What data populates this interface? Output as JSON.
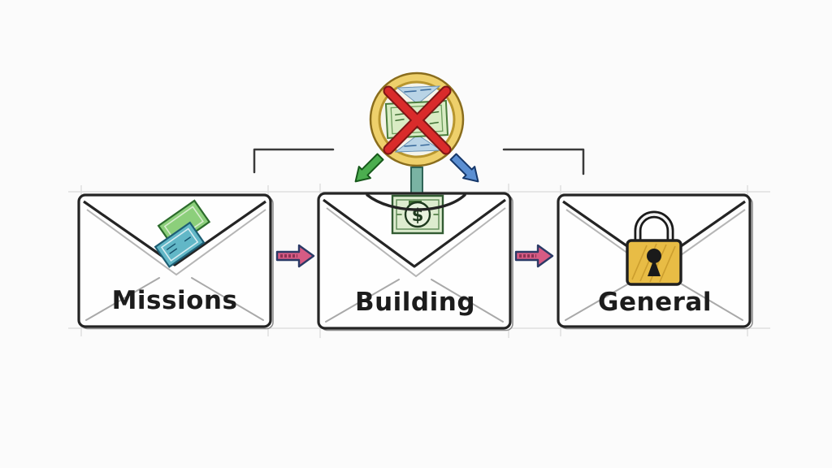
{
  "envelopes": [
    {
      "label": "Missions",
      "icon": "cash-bills-icon"
    },
    {
      "label": "Building",
      "icon": "dollar-bill-icon",
      "bill_symbol": "$"
    },
    {
      "label": "General",
      "icon": "padlock-icon"
    }
  ],
  "top_symbol": {
    "icon": "no-cash-coin-icon"
  },
  "arrows": {
    "down_left": {
      "icon": "green-arrow-down-left",
      "color": "#4bae4f"
    },
    "down_center": {
      "icon": "teal-bar-down",
      "color": "#79b3a3"
    },
    "down_right": {
      "icon": "blue-arrow-down-right",
      "color": "#5b8fd2"
    },
    "flow_right_1": {
      "icon": "pink-arrow-right",
      "color": "#d65b84"
    },
    "flow_right_2": {
      "icon": "pink-arrow-right",
      "color": "#d65b84"
    }
  },
  "colors": {
    "coin_gold": "#eed06b",
    "coin_face": "#f5f4ea",
    "cross_red": "#d92b2b",
    "lock_gold": "#e8bc45",
    "ink": "#242424"
  }
}
